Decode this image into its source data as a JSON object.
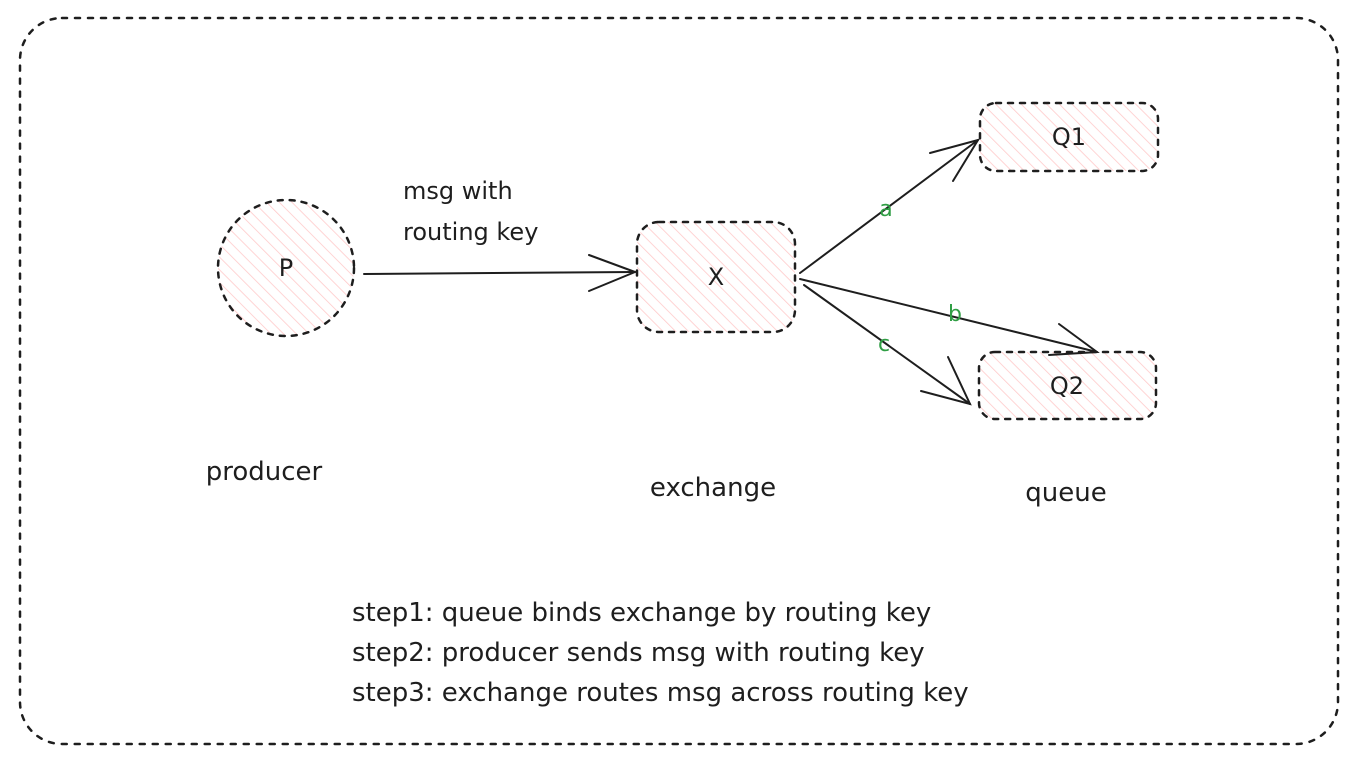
{
  "colors": {
    "stroke": "#1e1e1e",
    "hatch": "#ffc9c9",
    "edge_label": "#2f9e44"
  },
  "nodes": {
    "producer": {
      "symbol": "P",
      "caption": "producer"
    },
    "exchange": {
      "symbol": "X",
      "caption": "exchange"
    },
    "queue1": {
      "symbol": "Q1"
    },
    "queue2": {
      "symbol": "Q2"
    },
    "queue_caption": "queue"
  },
  "message": {
    "line1": "msg with",
    "line2": "routing key"
  },
  "edges": {
    "a": "a",
    "b": "b",
    "c": "c"
  },
  "steps": [
    "step1: queue binds exchange by routing key",
    "step2: producer sends msg with routing key",
    "step3: exchange routes msg across routing key"
  ]
}
